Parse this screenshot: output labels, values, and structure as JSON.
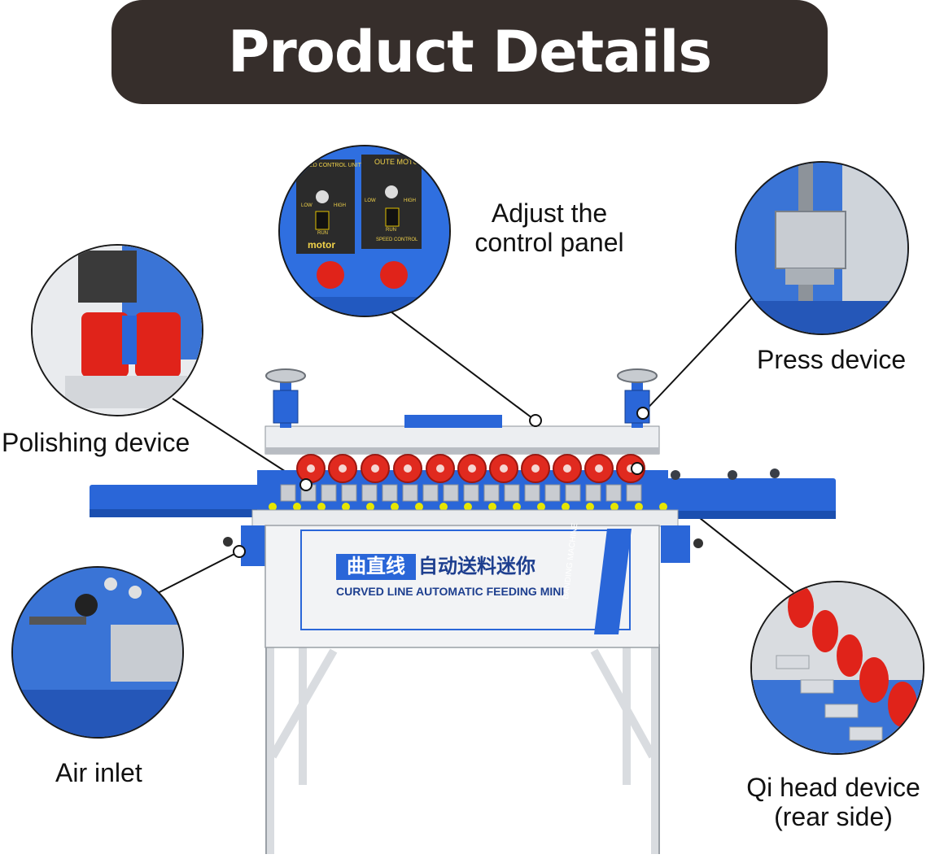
{
  "banner": {
    "title": "Product Details"
  },
  "callouts": {
    "control_panel": {
      "line1": "Adjust the",
      "line2": "control panel"
    },
    "press_device": {
      "label": "Press device"
    },
    "polishing_device": {
      "label": "Polishing device"
    },
    "air_inlet": {
      "label": "Air inlet"
    },
    "qi_head": {
      "line1": "Qi head device",
      "line2": "(rear side)"
    }
  },
  "machine": {
    "brand_cn": "曲直线",
    "title_cn": "自动送料迷你",
    "subtitle_en": "CURVED LINE AUTOMATIC FEEDING MINI",
    "side_text": "BANDING MACHINE"
  },
  "control_panel_text": {
    "left_header": "SPEED CONTROL UNIT",
    "right_header": "OUTE MOTOR",
    "left_brand": "motor",
    "right_footer": "SPEED CONTROL",
    "low": "LOW",
    "high": "HIGH",
    "run": "RUN"
  },
  "colors": {
    "banner_bg": "#362e2b",
    "machine_blue": "#2a66d8",
    "roller_red": "#e02a1f",
    "body_white": "#f2f3f5"
  }
}
